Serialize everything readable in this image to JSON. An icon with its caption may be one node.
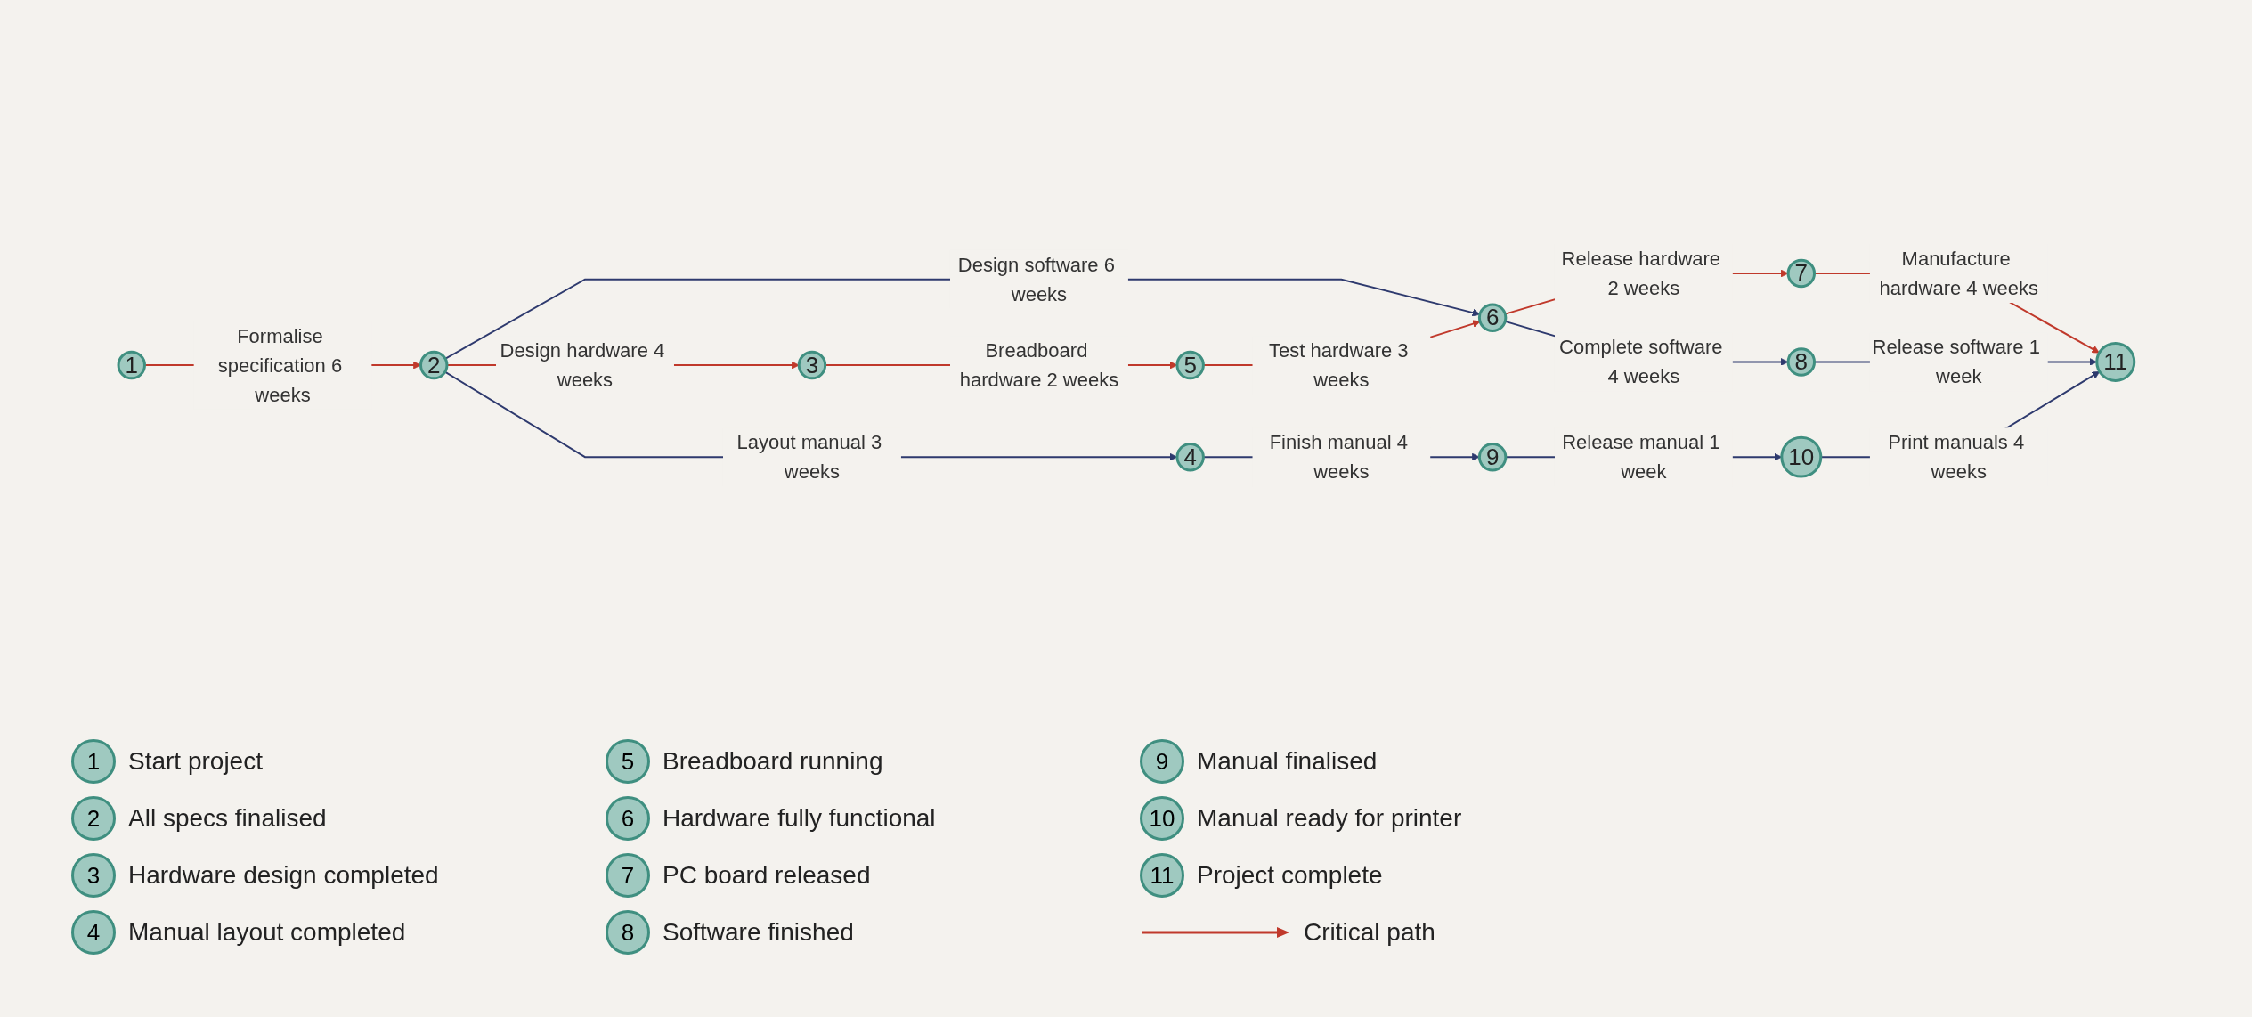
{
  "diagram": {
    "nodes": [
      {
        "text": [
          "1"
        ]
      },
      {
        "text": [
          "2"
        ]
      },
      {
        "text": [
          "3"
        ]
      },
      {
        "text": [
          "4"
        ]
      },
      {
        "text": [
          "5"
        ]
      },
      {
        "text": [
          "6"
        ]
      },
      {
        "text": [
          "7"
        ]
      },
      {
        "text": [
          "8"
        ]
      },
      {
        "text": [
          "9"
        ]
      },
      {
        "text": [
          "10"
        ]
      },
      {
        "text": [
          "11"
        ]
      }
    ],
    "edges": [
      {
        "from": 0,
        "to": 1,
        "arrow": "to",
        "label": "Formalise specification 6 weeks",
        "color": "#c0392b"
      },
      {
        "from": 1,
        "to": 2,
        "arrow": "to",
        "label": "Design hardware 4 weeks",
        "color": "#c0392b"
      },
      {
        "from": 1,
        "to": 5,
        "arrow": "to",
        "label": "Design software 6 weeks"
      },
      {
        "from": 1,
        "to": 3,
        "arrow": "to",
        "label": "Layout manual 3 weeks"
      },
      {
        "from": 2,
        "to": 4,
        "arrow": "to",
        "label": "Breadboard hardware 2 weeks",
        "color": "#c0392b"
      },
      {
        "from": 4,
        "to": 5,
        "arrow": "to",
        "label": "Test hardware 3 weeks",
        "color": "#c0392b"
      },
      {
        "from": 5,
        "to": 6,
        "arrow": "to",
        "label": "Release hardware 2 weeks",
        "color": "#c0392b"
      },
      {
        "from": 5,
        "to": 7,
        "arrow": "to",
        "label": "Complete software 4 weeks"
      },
      {
        "from": 3,
        "to": 8,
        "arrow": "to",
        "label": "Finish manual 4 weeks"
      },
      {
        "from": 6,
        "to": 10,
        "arrow": "to",
        "label": "Manufacture hardware 4 weeks",
        "color": "#c0392b"
      },
      {
        "from": 7,
        "to": 10,
        "arrow": "to",
        "label": "Release software 1 week"
      },
      {
        "from": 8,
        "to": 9,
        "arrow": "to",
        "label": "Release manual 1 week"
      },
      {
        "from": 9,
        "to": 10,
        "arrow": "to",
        "label": "Print manuals 4 weeks"
      }
    ],
    "labels": [
      "1",
      "2",
      "3",
      "4",
      "5",
      "6",
      "7",
      "8",
      "9",
      "10",
      "11"
    ],
    "legend": [
      {
        "text": "Start project"
      },
      {
        "text": "All specs finalised"
      },
      {
        "text": "Hardware design completed"
      },
      {
        "text": "Manual layout completed"
      },
      {
        "text": "Breadboard running"
      },
      {
        "text": "Hardware fully functional"
      },
      {
        "text": "PC board released"
      },
      {
        "text": "Software finished"
      },
      {
        "text": "Manual finalised"
      },
      {
        "text": "Manual ready for printer"
      },
      {
        "text": "Project complete"
      },
      {
        "text": "Critical path"
      }
    ]
  }
}
